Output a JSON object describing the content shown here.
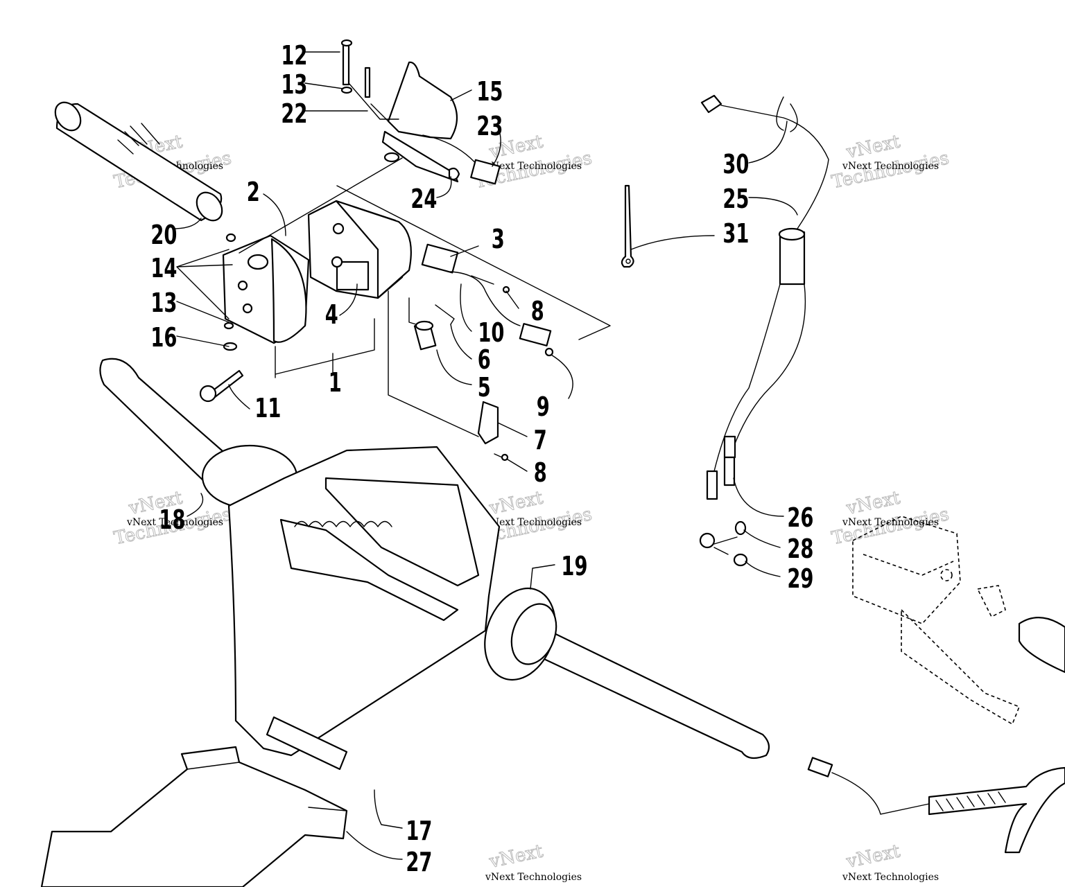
{
  "diagram": {
    "callouts": [
      {
        "id": "c12",
        "text": "12"
      },
      {
        "id": "c13a",
        "text": "13"
      },
      {
        "id": "c22",
        "text": "22"
      },
      {
        "id": "c15",
        "text": "15"
      },
      {
        "id": "c23",
        "text": "23"
      },
      {
        "id": "c2",
        "text": "2"
      },
      {
        "id": "c24",
        "text": "24"
      },
      {
        "id": "c20",
        "text": "20"
      },
      {
        "id": "c3",
        "text": "3"
      },
      {
        "id": "c14",
        "text": "14"
      },
      {
        "id": "c13b",
        "text": "13"
      },
      {
        "id": "c4",
        "text": "4"
      },
      {
        "id": "c8a",
        "text": "8"
      },
      {
        "id": "c10",
        "text": "10"
      },
      {
        "id": "c16",
        "text": "16"
      },
      {
        "id": "c6",
        "text": "6"
      },
      {
        "id": "c1",
        "text": "1"
      },
      {
        "id": "c5",
        "text": "5"
      },
      {
        "id": "c11",
        "text": "11"
      },
      {
        "id": "c9",
        "text": "9"
      },
      {
        "id": "c7",
        "text": "7"
      },
      {
        "id": "c8b",
        "text": "8"
      },
      {
        "id": "c18",
        "text": "18"
      },
      {
        "id": "c19",
        "text": "19"
      },
      {
        "id": "c17",
        "text": "17"
      },
      {
        "id": "c27",
        "text": "27"
      },
      {
        "id": "c30",
        "text": "30"
      },
      {
        "id": "c25",
        "text": "25"
      },
      {
        "id": "c31",
        "text": "31"
      },
      {
        "id": "c26",
        "text": "26"
      },
      {
        "id": "c28",
        "text": "28"
      },
      {
        "id": "c29",
        "text": "29"
      }
    ]
  },
  "watermark": {
    "line1": "vNext Technologies",
    "line2": "vNext",
    "line3": "Technologies"
  }
}
